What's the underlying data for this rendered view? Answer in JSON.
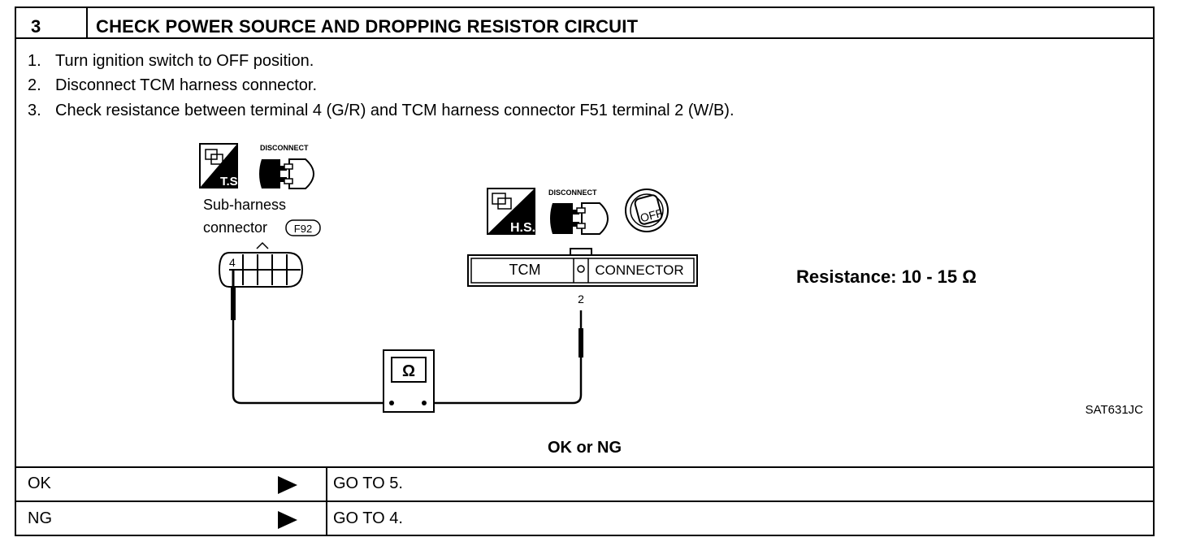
{
  "step": {
    "number": "3",
    "title": "CHECK POWER SOURCE AND DROPPING RESISTOR CIRCUIT"
  },
  "instructions": [
    {
      "num": "1.",
      "text": "Turn ignition switch to OFF position."
    },
    {
      "num": "2.",
      "text": "Disconnect TCM harness connector."
    },
    {
      "num": "3.",
      "text": "Check resistance between terminal 4 (G/R) and TCM harness connector F51 terminal 2 (W/B)."
    }
  ],
  "diagram": {
    "disconnect_label_1": "DISCONNECT",
    "disconnect_label_2": "DISCONNECT",
    "ts_label": "T.S.",
    "hs_label": "H.S.",
    "subharness_line1": "Sub-harness",
    "subharness_line2": "connector",
    "subharness_connector_id": "F92",
    "terminal_4": "4",
    "terminal_2": "2",
    "tcm_label": "TCM",
    "connector_label": "CONNECTOR",
    "ohm_symbol": "Ω",
    "key_label": "OFF",
    "figure_code": "SAT631JC"
  },
  "spec": {
    "resistance": "Resistance: 10 - 15 Ω"
  },
  "result": {
    "prompt": "OK or NG",
    "rows": [
      {
        "label": "OK",
        "action": "GO TO 5."
      },
      {
        "label": "NG",
        "action": "GO TO 4."
      }
    ]
  }
}
